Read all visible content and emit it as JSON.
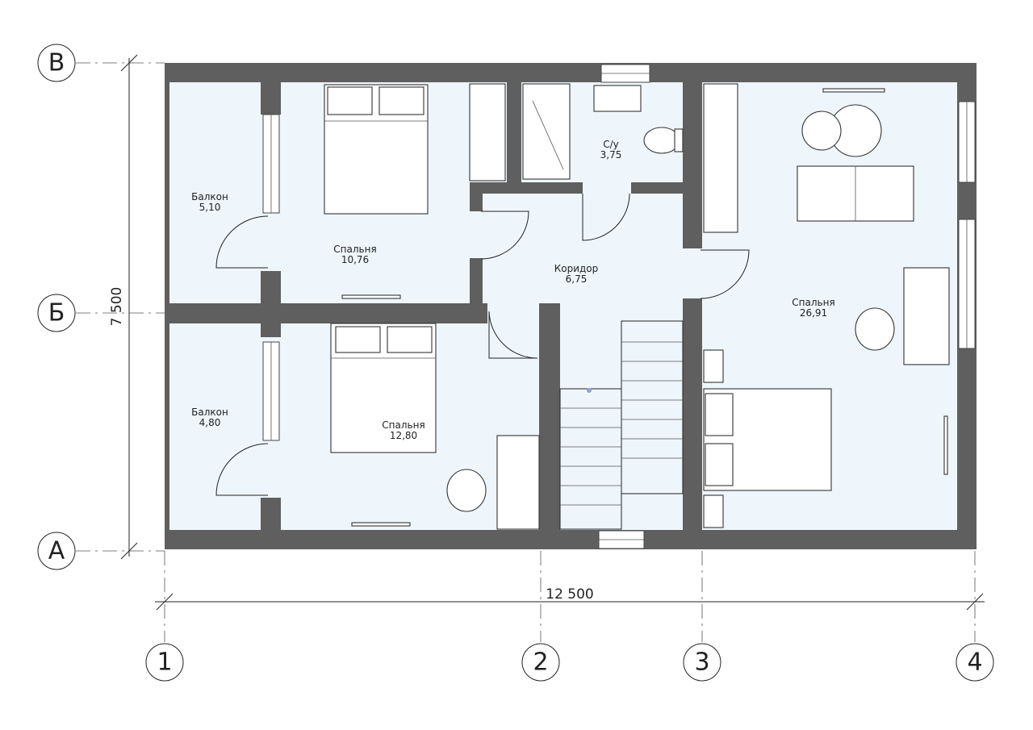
{
  "rooms": [
    {
      "name": "Балкон",
      "area": "5,10"
    },
    {
      "name": "Спальня",
      "area": "10,76"
    },
    {
      "name": "С/у",
      "area": "3,75"
    },
    {
      "name": "Коридор",
      "area": "6,75"
    },
    {
      "name": "Спальня",
      "area": "26,91"
    },
    {
      "name": "Балкон",
      "area": "4,80"
    },
    {
      "name": "Спальня",
      "area": "12,80"
    }
  ],
  "axes": {
    "horizontal": [
      "В",
      "Б",
      "А"
    ],
    "vertical": [
      "1",
      "2",
      "3",
      "4"
    ]
  },
  "dimensions": {
    "overall_width": "12 500",
    "overall_height": "7 500"
  }
}
